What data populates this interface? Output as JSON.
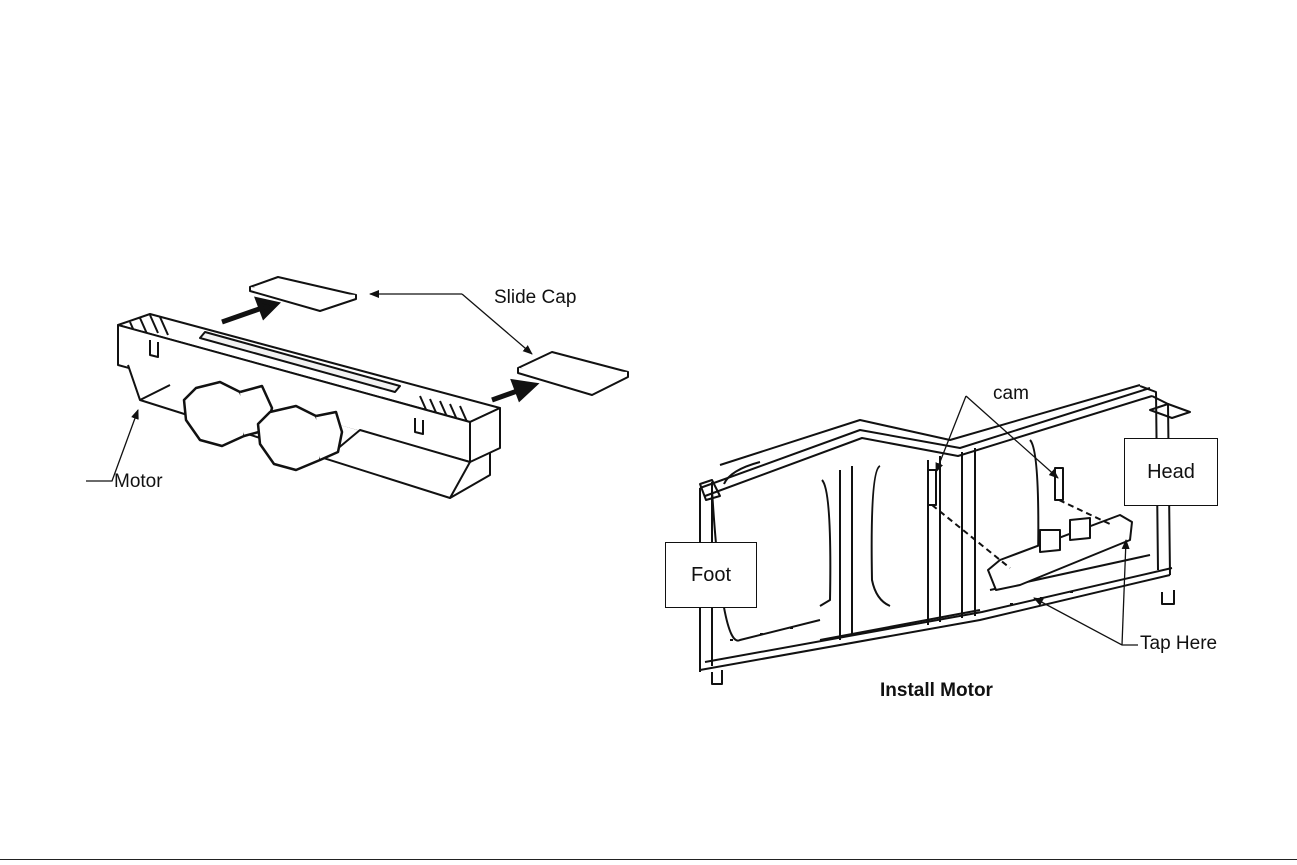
{
  "left_diagram": {
    "labels": {
      "slide_cap": "Slide Cap",
      "motor": "Motor"
    }
  },
  "right_diagram": {
    "labels": {
      "cam": "cam",
      "head": "Head",
      "foot": "Foot",
      "tap_here": "Tap Here"
    },
    "caption": "Install Motor"
  },
  "colors": {
    "line": "#111111",
    "background": "#ffffff"
  }
}
